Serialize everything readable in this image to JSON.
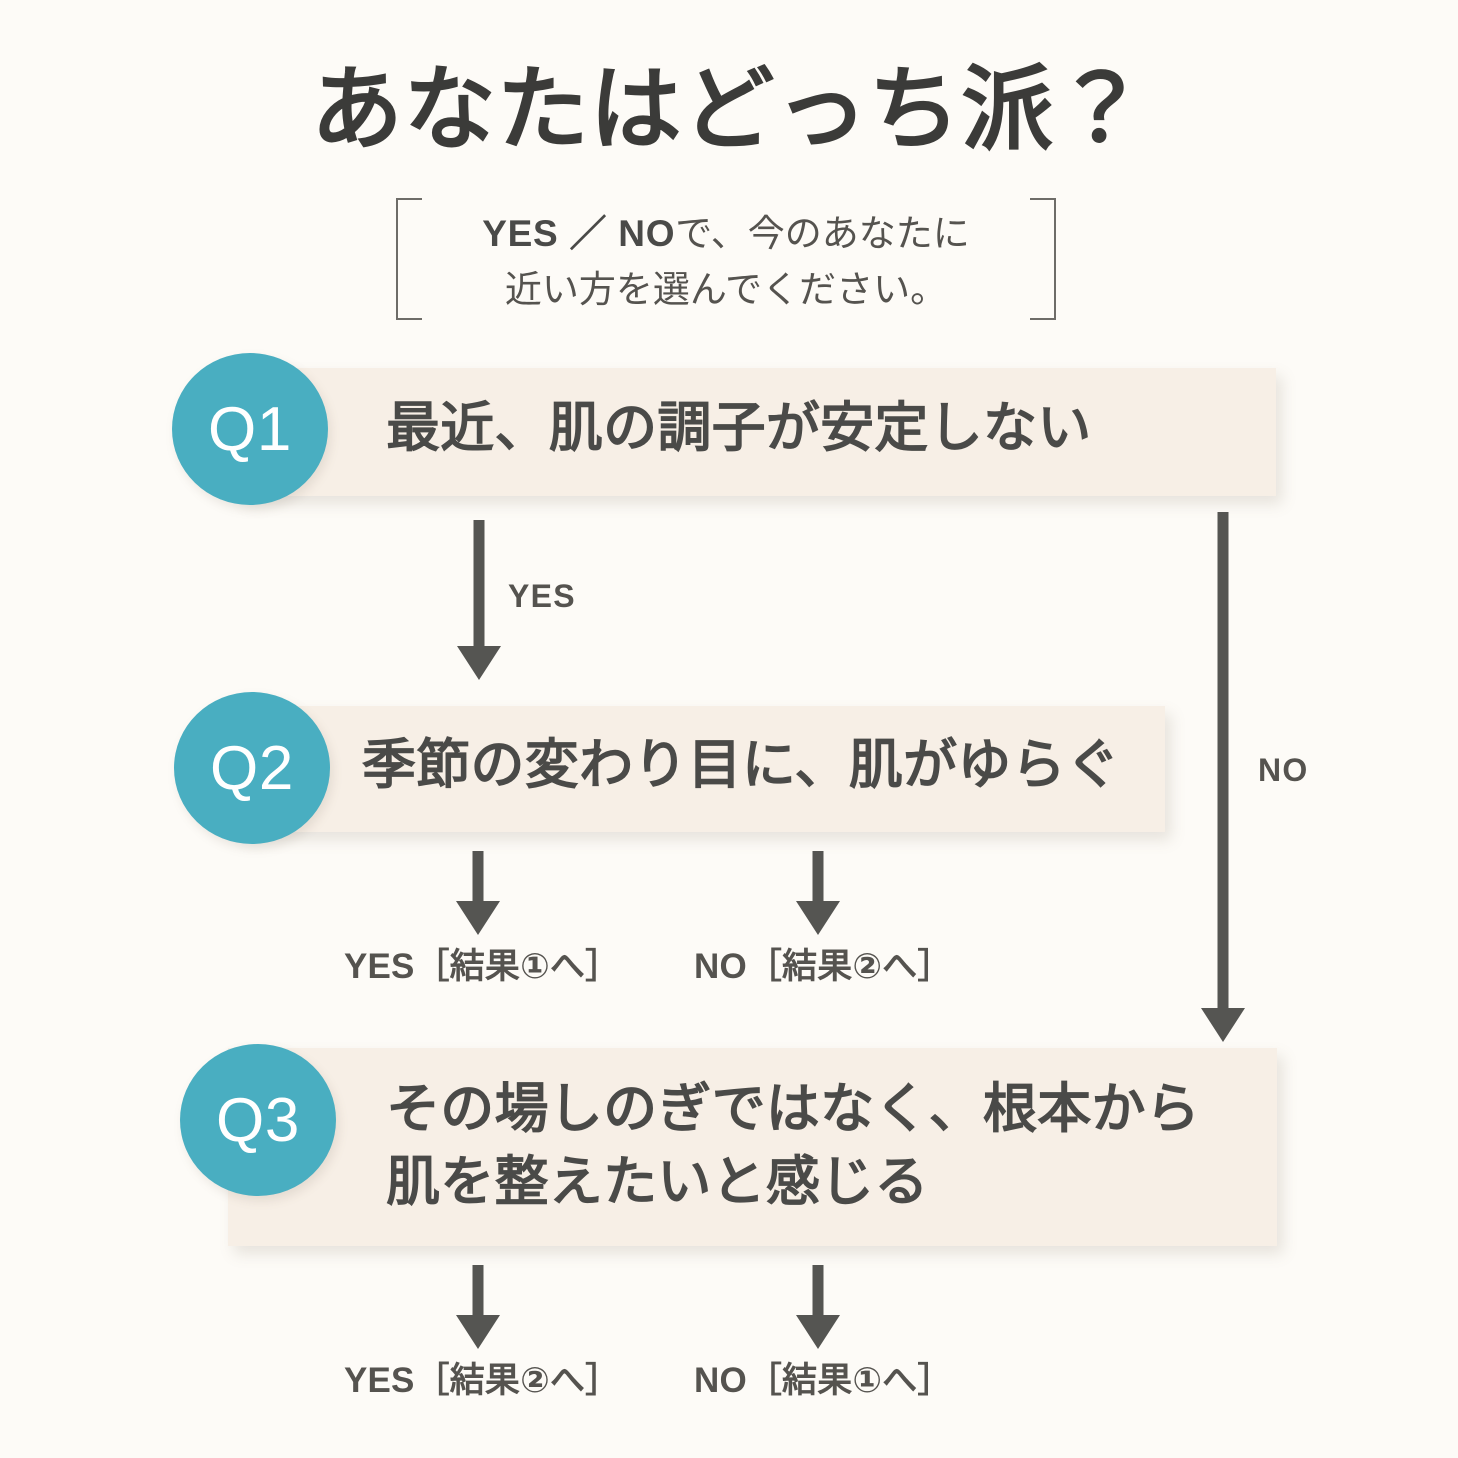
{
  "header": {
    "title": "あなたはどっち派？",
    "subtitle_line1_em": "YES ／ NO",
    "subtitle_line1_rest": "で、今のあなたに",
    "subtitle_line2": "近い方を選んでください。"
  },
  "colors": {
    "page_background": "#FDFBF7",
    "card_background": "#F7EFE6",
    "badge_teal": "#49AEC1",
    "text_dark": "#4A4A48",
    "arrow_gray": "#555552"
  },
  "questions": [
    {
      "badge": "Q1",
      "text": "最近、肌の調子が安定しない"
    },
    {
      "badge": "Q2",
      "text": "季節の変わり目に、肌がゆらぐ"
    },
    {
      "badge": "Q3",
      "text": "その場しのぎではなく、根本から\n肌を整えたいと感じる"
    }
  ],
  "edges": {
    "q1_yes": "YES",
    "q1_no": "NO"
  },
  "outcomes": {
    "q2_yes": "YES［結果①へ］",
    "q2_no": "NO［結果②へ］",
    "q3_yes": "YES［結果②へ］",
    "q3_no": "NO［結果①へ］"
  }
}
